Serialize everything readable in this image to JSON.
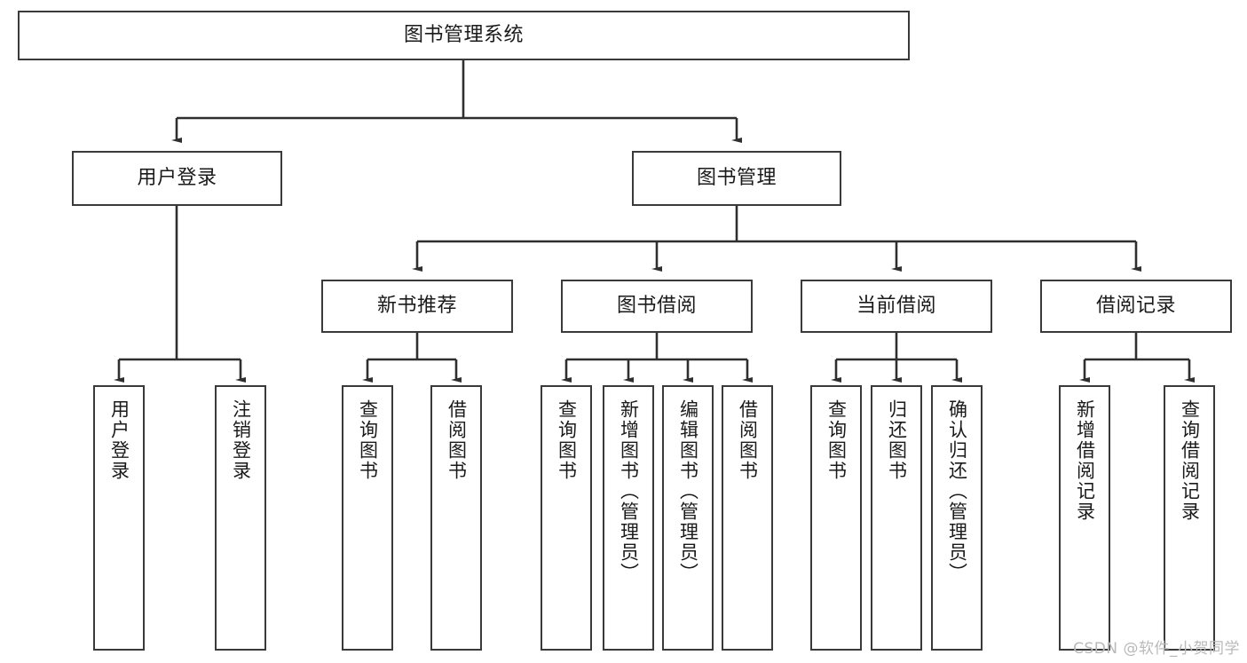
{
  "diagram": {
    "title": "图书管理系统",
    "type": "hierarchy-tree",
    "watermark": "CSDN @软件_小贺同学",
    "colors": {
      "box_border": "#3a3a3a",
      "box_fill": "#ffffff",
      "connector": "#2f2f2f",
      "text": "#1a1a1a",
      "watermark": "#b9b9b9"
    },
    "root": {
      "label": "图书管理系统"
    },
    "level2": [
      {
        "label": "用户登录"
      },
      {
        "label": "图书管理"
      }
    ],
    "level3": [
      {
        "label": "新书推荐"
      },
      {
        "label": "图书借阅"
      },
      {
        "label": "当前借阅"
      },
      {
        "label": "借阅记录"
      }
    ],
    "leaves": {
      "user_login": [
        {
          "label": "用户登录"
        },
        {
          "label": "注销登录"
        }
      ],
      "new_book_recommend": [
        {
          "label": "查询图书"
        },
        {
          "label": "借阅图书"
        }
      ],
      "book_borrow": [
        {
          "label": "查询图书"
        },
        {
          "label": "新增图书（管理员）"
        },
        {
          "label": "编辑图书（管理员）"
        },
        {
          "label": "借阅图书"
        }
      ],
      "current_borrow": [
        {
          "label": "查询图书"
        },
        {
          "label": "归还图书"
        },
        {
          "label": "确认归还（管理员）"
        }
      ],
      "borrow_record": [
        {
          "label": "新增借阅记录"
        },
        {
          "label": "查询借阅记录"
        }
      ]
    }
  }
}
